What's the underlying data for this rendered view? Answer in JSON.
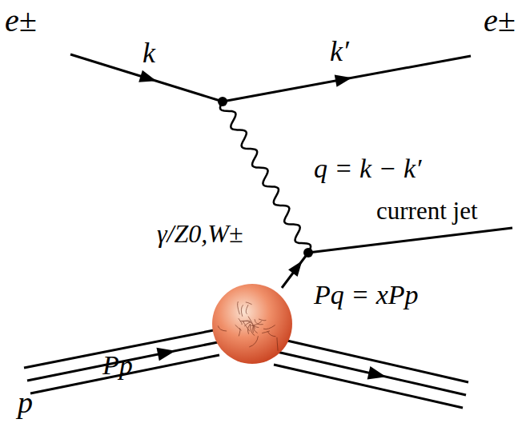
{
  "diagram": {
    "labels": [
      "e±",
      "k",
      "k′",
      "e±",
      "q = k − k′",
      "γ/Z0,W±",
      "current jet",
      "Pq = xPp",
      "p",
      "Pp"
    ]
  }
}
